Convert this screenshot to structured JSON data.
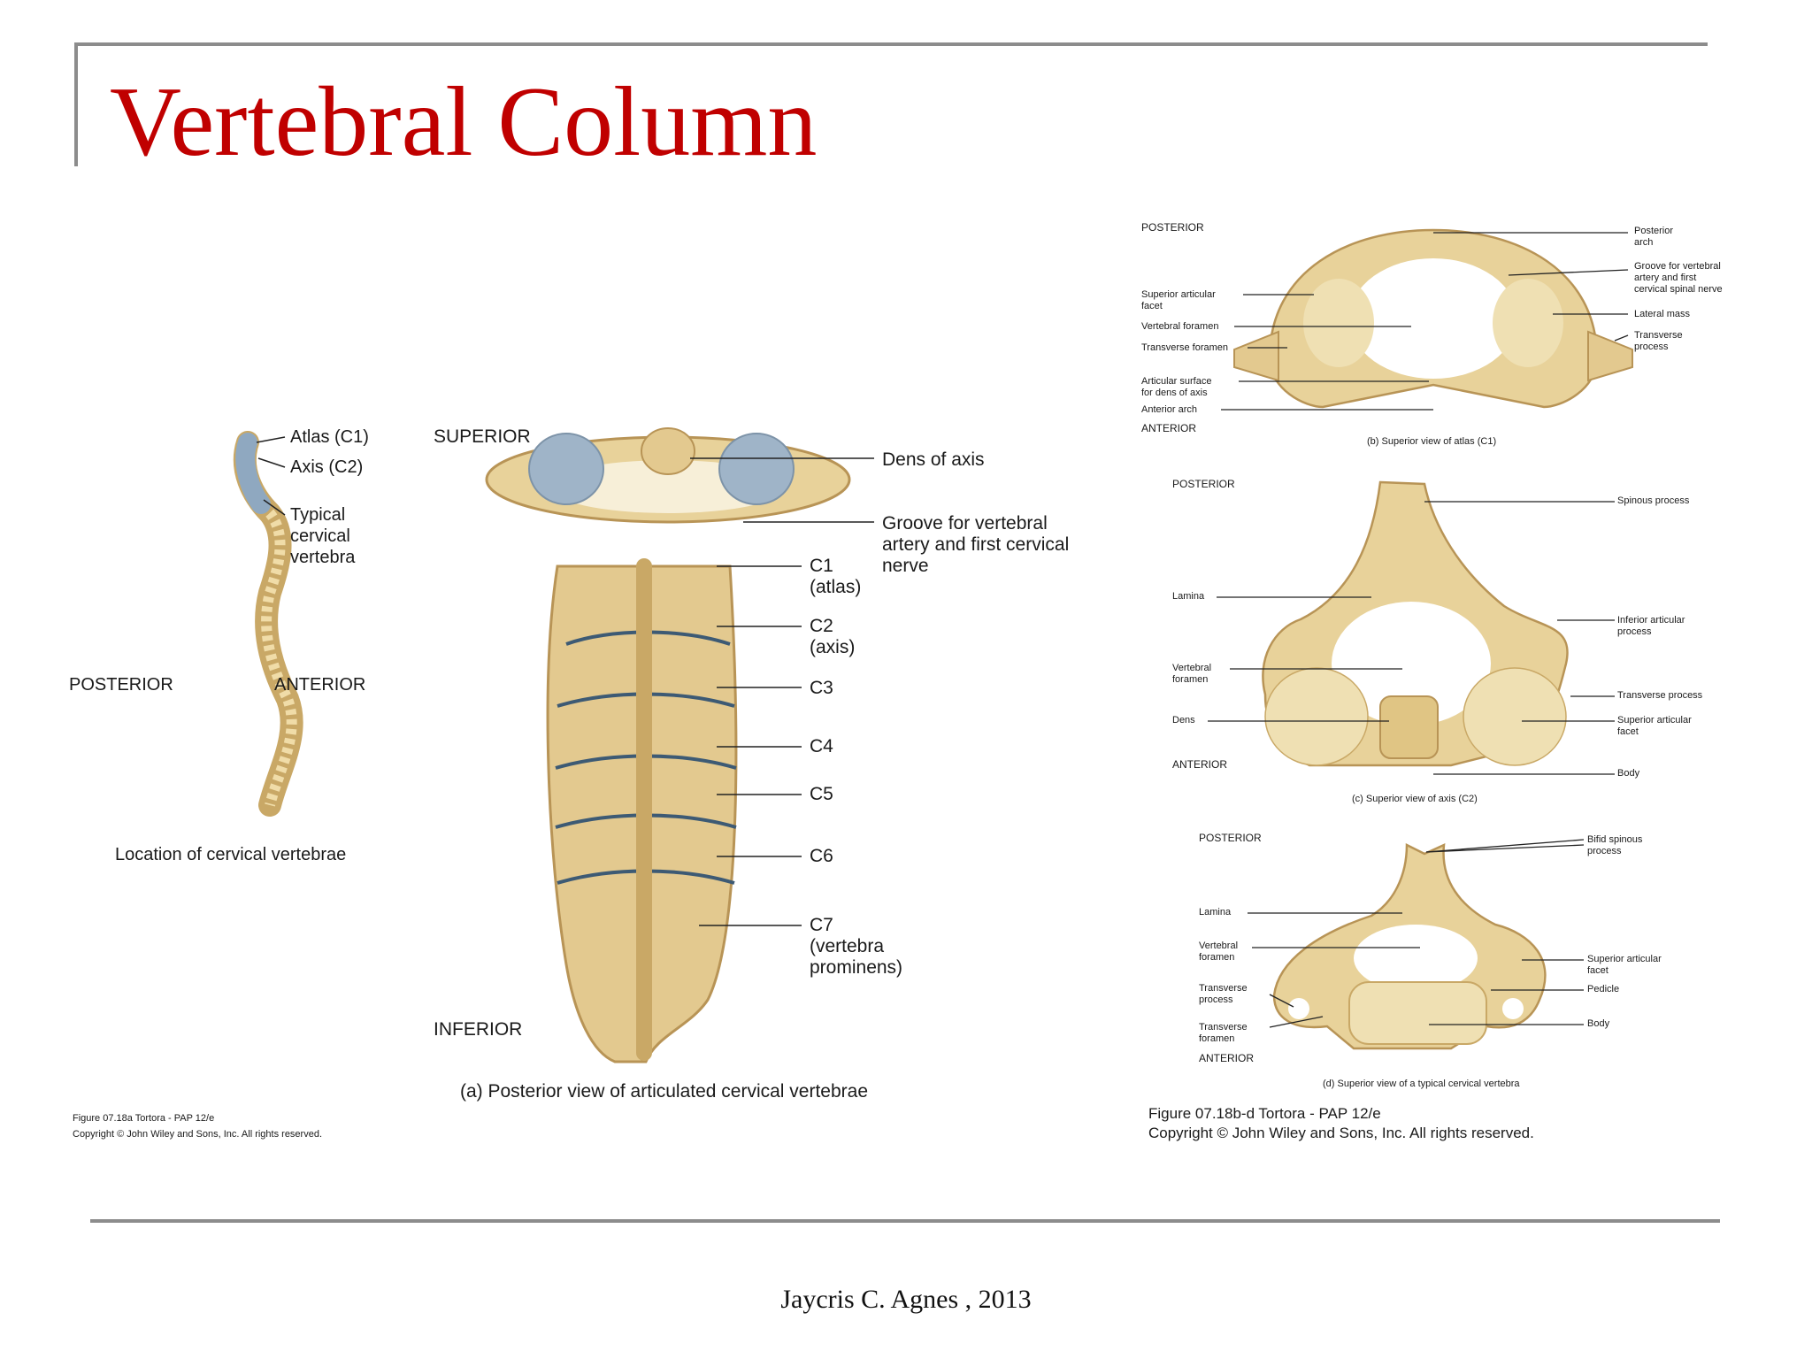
{
  "slide": {
    "title": "Vertebral Column",
    "footer": "Jaycris C. Agnes , 2013"
  },
  "left_figure": {
    "spine_labels": {
      "atlas": "Atlas (C1)",
      "axis": "Axis (C2)",
      "typical": "Typical\ncervical\nvertebra"
    },
    "posterior": "POSTERIOR",
    "anterior": "ANTERIOR",
    "caption": "Location of cervical vertebrae",
    "credit_line1": "Figure 07.18a  Tortora - PAP 12/e",
    "credit_line2": "Copyright © John Wiley and Sons, Inc. All rights reserved."
  },
  "middle_figure": {
    "superior": "SUPERIOR",
    "inferior": "INFERIOR",
    "dens": "Dens of axis",
    "groove": "Groove for vertebral\nartery and first cervical\nnerve",
    "c1": "C1\n(atlas)",
    "c2": "C2\n(axis)",
    "c3": "C3",
    "c4": "C4",
    "c5": "C5",
    "c6": "C6",
    "c7": "C7\n(vertebra\nprominens)",
    "caption": "(a) Posterior view of articulated cervical vertebrae"
  },
  "right_b": {
    "posterior": "POSTERIOR",
    "anterior": "ANTERIOR",
    "left_labels": [
      "Superior articular\nfacet",
      "Vertebral foramen",
      "Transverse foramen",
      "Articular surface\nfor dens of axis",
      "Anterior arch"
    ],
    "right_labels": [
      "Posterior\narch",
      "Groove for vertebral\nartery and first\ncervical spinal nerve",
      "Lateral mass",
      "Transverse\nprocess"
    ],
    "caption": "(b) Superior view of atlas (C1)"
  },
  "right_c": {
    "posterior": "POSTERIOR",
    "anterior": "ANTERIOR",
    "left_labels": [
      "Lamina",
      "Vertebral\nforamen",
      "Dens"
    ],
    "right_labels": [
      "Spinous process",
      "Inferior articular\nprocess",
      "Transverse process",
      "Superior articular\nfacet",
      "Body"
    ],
    "caption": "(c) Superior view of axis (C2)"
  },
  "right_d": {
    "posterior": "POSTERIOR",
    "anterior": "ANTERIOR",
    "left_labels": [
      "Lamina",
      "Vertebral\nforamen",
      "Transverse\nprocess",
      "Transverse\nforamen"
    ],
    "right_labels": [
      "Bifid spinous\nprocess",
      "Superior articular\nfacet",
      "Pedicle",
      "Body"
    ],
    "caption": "(d) Superior view of a typical cervical vertebra"
  },
  "right_credit": {
    "line1": "Figure 07.18b-d  Tortora - PAP 12/e",
    "line2": "Copyright © John Wiley and Sons, Inc. All rights reserved."
  },
  "colors": {
    "title": "#c00000",
    "bone": "#e8d29a",
    "bone_dark": "#c9a866",
    "cartilage": "#9fb4c8",
    "frame": "#8c8c8c"
  }
}
